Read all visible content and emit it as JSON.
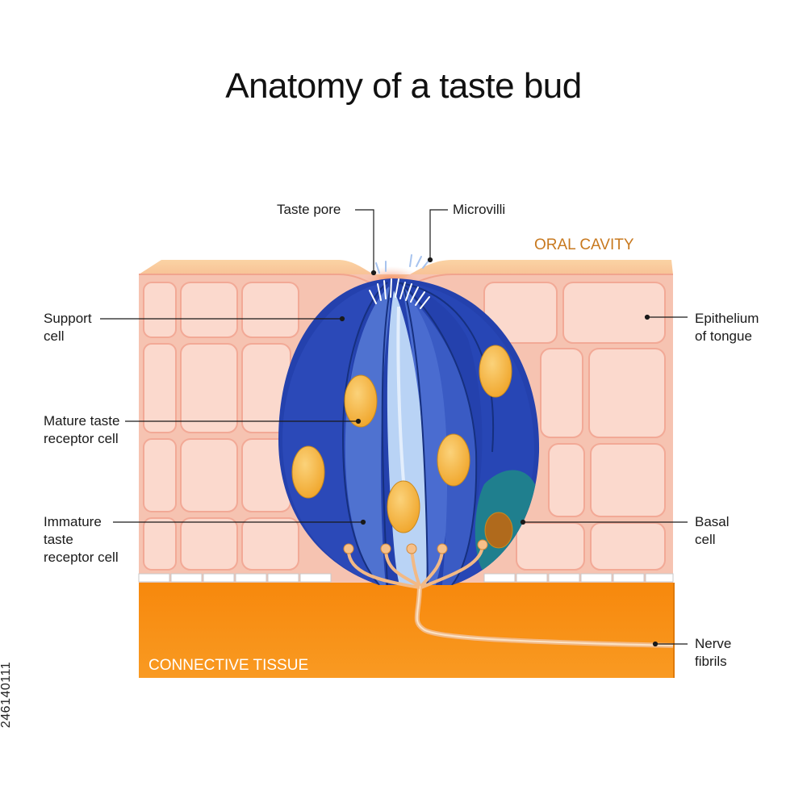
{
  "title": "Anatomy of a taste bud",
  "regions": {
    "oral_cavity": "ORAL CAVITY",
    "connective_tissue": "CONNECTIVE TISSUE"
  },
  "labels": {
    "taste_pore": "Taste pore",
    "microvilli": "Microvilli",
    "support_cell": [
      "Support",
      "cell"
    ],
    "mature_receptor": [
      "Mature taste",
      "receptor cell"
    ],
    "immature_receptor": [
      "Immature",
      "taste",
      "receptor cell"
    ],
    "epithelium": [
      "Epithelium",
      "of tongue"
    ],
    "basal_cell": [
      "Basal",
      "cell"
    ],
    "nerve_fibrils": [
      "Nerve",
      "fibrils"
    ]
  },
  "stock_id": "246140111",
  "colors": {
    "oral_cavity_text": "#c8791f",
    "connective_text": "#ffffff",
    "bud_dark": "#1f3fa8",
    "bud_mid": "#5b7fd6",
    "bud_light": "#b9d3f5",
    "nucleus": "#f5b63d",
    "tissue_orange": "#f7890f",
    "epithelium_pink": "#f7c7b8"
  }
}
